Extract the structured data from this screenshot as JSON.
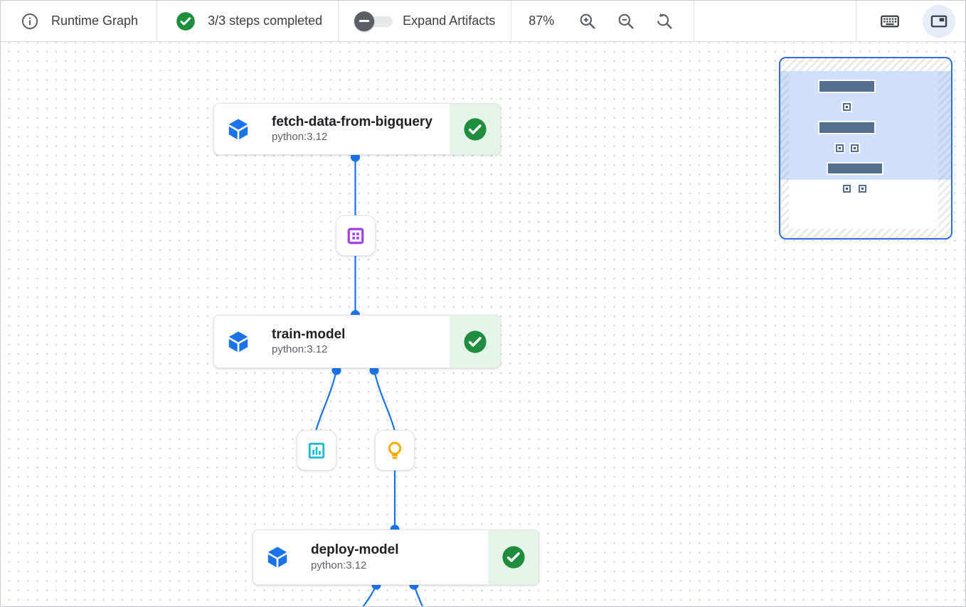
{
  "toolbar": {
    "title": "Runtime Graph",
    "steps_completed": "3/3 steps completed",
    "expand_artifacts": {
      "label": "Expand Artifacts",
      "state": "off"
    },
    "zoom_level": "87%",
    "icons": [
      "info-icon",
      "success-check-icon",
      "zoom-in-icon",
      "zoom-out-icon",
      "zoom-reset-icon",
      "keyboard-icon",
      "minimap-panel-icon"
    ]
  },
  "graph": {
    "steps": [
      {
        "title": "fetch-data-from-bigquery",
        "runtime": "python:3.12",
        "status": "succeeded"
      },
      {
        "title": "train-model",
        "runtime": "python:3.12",
        "status": "succeeded"
      },
      {
        "title": "deploy-model",
        "runtime": "python:3.12",
        "status": "succeeded"
      }
    ],
    "artifacts": [
      {
        "type": "dataset",
        "icon": "dataset-icon",
        "color": "#a142f4"
      },
      {
        "type": "metrics",
        "icon": "metrics-icon",
        "color": "#1fbcd3"
      },
      {
        "type": "model",
        "icon": "model-icon",
        "color": "#f9ab00"
      }
    ],
    "edges": [
      {
        "from": "fetch-data-from-bigquery",
        "to": "dataset"
      },
      {
        "from": "dataset",
        "to": "train-model"
      },
      {
        "from": "train-model",
        "to": "metrics"
      },
      {
        "from": "train-model",
        "to": "model"
      },
      {
        "from": "model",
        "to": "deploy-model"
      },
      {
        "from": "deploy-model",
        "to": "offscreen-bottom-left"
      },
      {
        "from": "deploy-model",
        "to": "offscreen-bottom-right"
      }
    ]
  },
  "colors": {
    "accent_blue": "#1a73e8",
    "success_green": "#1e8e3e",
    "success_bg": "#e6f4ea",
    "dataset_purple": "#a142f4",
    "metrics_cyan": "#1fbcd3",
    "model_yellow": "#f9ab00",
    "minimap_node": "#54708e"
  },
  "minimap": {
    "visible": true
  }
}
